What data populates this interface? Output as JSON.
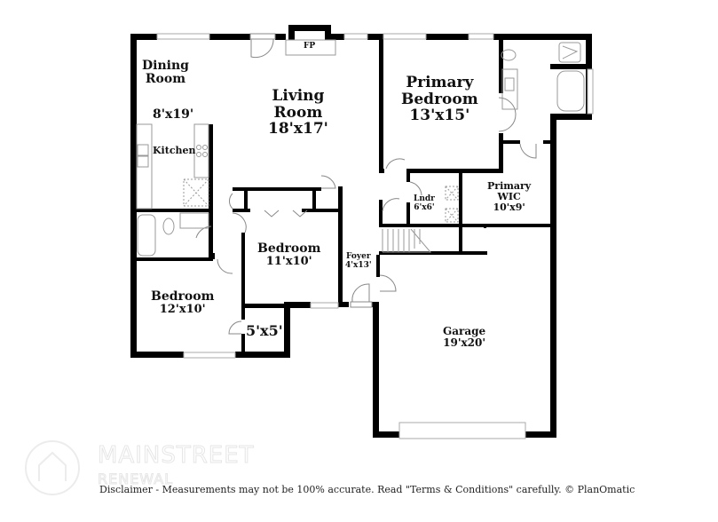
{
  "floorplan": {
    "rooms": {
      "dining": {
        "name_line1": "Dining",
        "name_line2": "Room",
        "size": "8'x19'"
      },
      "kitchen": {
        "name": "Kitchen"
      },
      "living": {
        "name_line1": "Living",
        "name_line2": "Room",
        "size": "18'x17'"
      },
      "fireplace": {
        "name": "FP"
      },
      "primary_bedroom": {
        "name_line1": "Primary",
        "name_line2": "Bedroom",
        "size": "13'x15'"
      },
      "primary_wic": {
        "name_line1": "Primary",
        "name_line2": "WIC",
        "size": "10'x9'"
      },
      "laundry": {
        "name": "Lndr",
        "size": "6'x6'"
      },
      "bedroom_2": {
        "name": "Bedroom",
        "size": "11'x10'"
      },
      "bedroom_3": {
        "name": "Bedroom",
        "size": "12'x10'"
      },
      "closet": {
        "size": "5'x5'"
      },
      "foyer": {
        "name": "Foyer",
        "size": "4'x13'"
      },
      "garage": {
        "name": "Garage",
        "size": "19'x20'"
      }
    },
    "colors": {
      "wall": "#000000",
      "fixture": "#999999",
      "window": "#bbbbbb"
    }
  },
  "watermark": {
    "brand": "MAINSTREET",
    "sub": "RENEWAL"
  },
  "footer": {
    "disclaimer": "Disclaimer - Measurements may not be 100% accurate. Read \"Terms & Conditions\" carefully. © PlanOmatic"
  }
}
